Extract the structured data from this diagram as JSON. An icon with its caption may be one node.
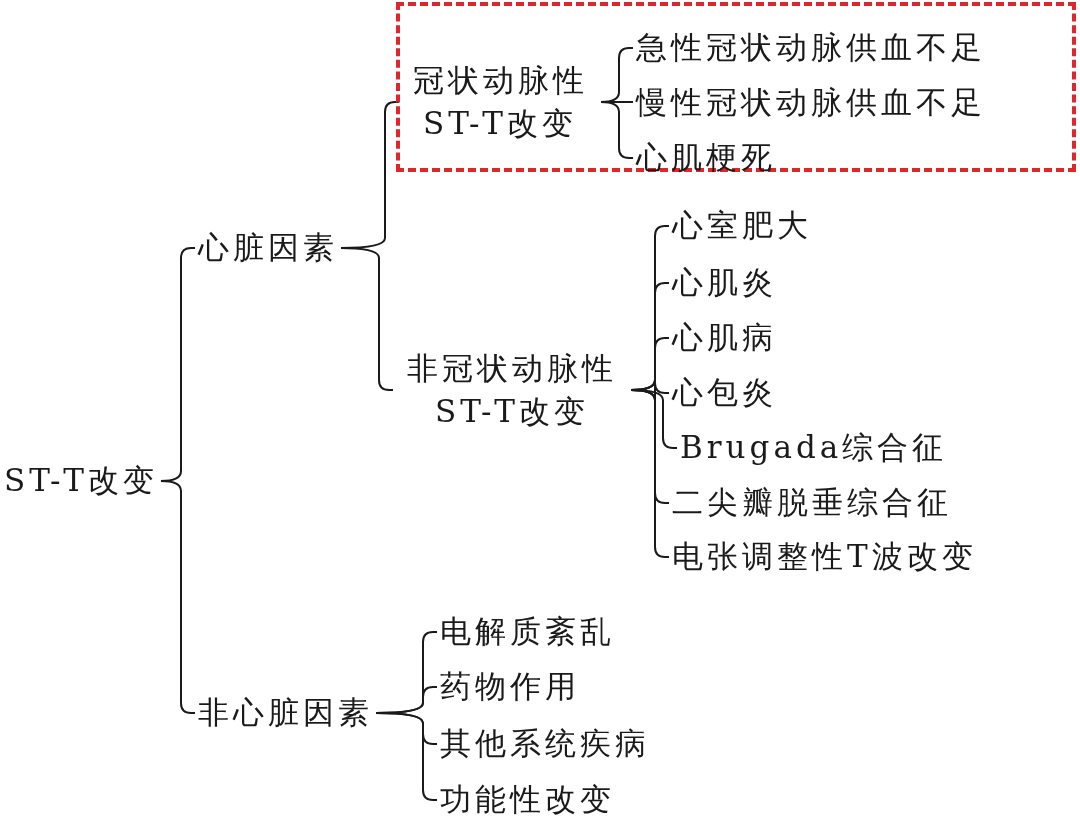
{
  "diagram": {
    "nodes": [
      {
        "text": [
          "ST-T改变"
        ]
      },
      {
        "text": [
          "心脏因素"
        ]
      },
      {
        "text": [],
        "shape": "box"
      },
      {
        "text": [
          "冠状动脉性ST-T改变"
        ],
        "in": 2
      },
      {
        "text": [
          "急性冠状动脉供血不足"
        ],
        "in": 2
      },
      {
        "text": [
          "慢性冠状动脉供血不足"
        ],
        "in": 2
      },
      {
        "text": [
          "心肌梗死"
        ],
        "in": 2
      },
      {
        "text": [
          "非冠状动脉性ST-T改变"
        ]
      },
      {
        "text": [
          "心室肥大"
        ]
      },
      {
        "text": [
          "心肌炎"
        ]
      },
      {
        "text": [
          "心肌病"
        ]
      },
      {
        "text": [
          "心包炎"
        ]
      },
      {
        "text": [
          "Brugada综合征"
        ]
      },
      {
        "text": [
          "二尖瓣脱垂综合征"
        ]
      },
      {
        "text": [
          "电张调整性T波改变"
        ]
      },
      {
        "text": [
          "非心脏因素"
        ]
      },
      {
        "text": [
          "电解质紊乱"
        ]
      },
      {
        "text": [
          "药物作用"
        ]
      },
      {
        "text": [
          "其他系统疾病"
        ]
      },
      {
        "text": [
          "功能性改变"
        ]
      }
    ],
    "edges": [
      {
        "from": 0,
        "to": 1,
        "arrow": "none"
      },
      {
        "from": 0,
        "to": 15,
        "arrow": "none"
      },
      {
        "from": 1,
        "to": 3,
        "arrow": "none"
      },
      {
        "from": 1,
        "to": 7,
        "arrow": "none"
      },
      {
        "from": 3,
        "to": 4,
        "arrow": "none"
      },
      {
        "from": 3,
        "to": 5,
        "arrow": "none"
      },
      {
        "from": 3,
        "to": 6,
        "arrow": "none"
      },
      {
        "from": 7,
        "to": 8,
        "arrow": "none"
      },
      {
        "from": 7,
        "to": 9,
        "arrow": "none"
      },
      {
        "from": 7,
        "to": 10,
        "arrow": "none"
      },
      {
        "from": 7,
        "to": 11,
        "arrow": "none"
      },
      {
        "from": 7,
        "to": 12,
        "arrow": "none"
      },
      {
        "from": 7,
        "to": 13,
        "arrow": "none"
      },
      {
        "from": 7,
        "to": 14,
        "arrow": "none"
      },
      {
        "from": 15,
        "to": 16,
        "arrow": "none"
      },
      {
        "from": 15,
        "to": 17,
        "arrow": "none"
      },
      {
        "from": 15,
        "to": 18,
        "arrow": "none"
      },
      {
        "from": 15,
        "to": 19,
        "arrow": "none"
      }
    ]
  }
}
